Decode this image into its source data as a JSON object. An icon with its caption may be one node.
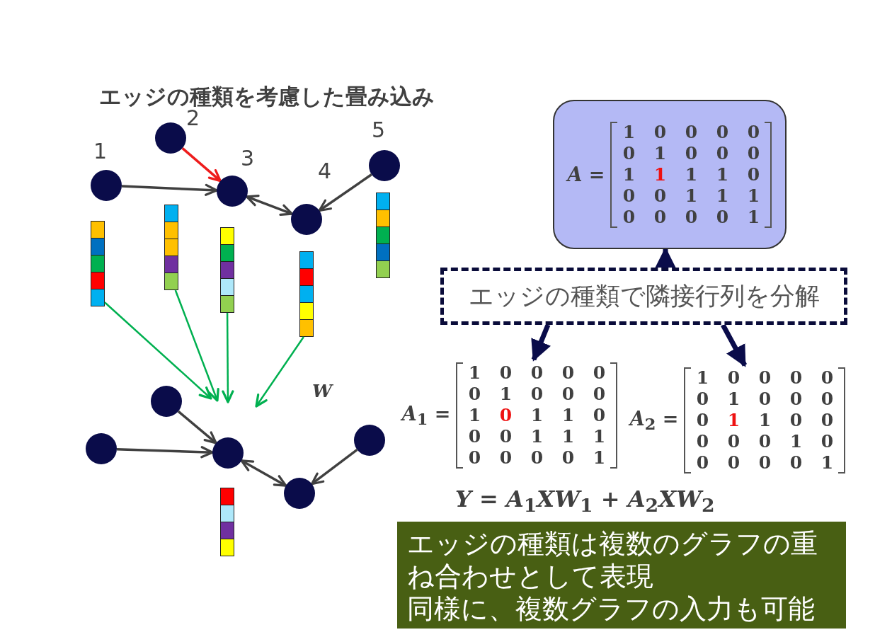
{
  "diagram": {
    "title": "エッジの種類を考慮した畳み込み",
    "nodes": [
      {
        "text": [],
        "shape": "circle",
        "beside": [
          "1"
        ]
      },
      {
        "text": [],
        "shape": "circle",
        "beside": [
          "2"
        ]
      },
      {
        "text": [],
        "shape": "circle",
        "beside": [
          "3"
        ]
      },
      {
        "text": [],
        "shape": "circle",
        "beside": [
          "4"
        ]
      },
      {
        "text": [],
        "shape": "circle",
        "beside": [
          "5"
        ]
      },
      {
        "text": [],
        "shape": "circle"
      },
      {
        "text": [],
        "shape": "circle"
      },
      {
        "text": [],
        "shape": "circle"
      },
      {
        "text": [],
        "shape": "circle"
      },
      {
        "text": [],
        "shape": "circle"
      },
      {
        "text": [],
        "shape": "bar"
      },
      {
        "text": [],
        "shape": "bar"
      },
      {
        "text": [],
        "shape": "bar"
      },
      {
        "text": [],
        "shape": "bar"
      },
      {
        "text": [],
        "shape": "bar"
      },
      {
        "text": [],
        "shape": "bar"
      },
      {
        "text": [
          "*A* =",
          "1",
          "0",
          "0",
          "0",
          "0",
          "0",
          "1",
          "0",
          "0",
          "0",
          "1",
          "1",
          "1",
          "1",
          "0",
          "0",
          "0",
          "1",
          "1",
          "1",
          "0",
          "0",
          "0",
          "0",
          "1"
        ]
      },
      {
        "text": [
          "エッジの種類で隣接行列を分解"
        ]
      },
      {
        "text": [
          "*A*$_{1}$ =",
          "1",
          "0",
          "0",
          "0",
          "0",
          "0",
          "1",
          "0",
          "0",
          "0",
          "1",
          "0",
          "1",
          "1",
          "0",
          "0",
          "0",
          "1",
          "1",
          "1",
          "0",
          "0",
          "0",
          "0",
          "1"
        ]
      },
      {
        "text": [
          "*A*$_{2}$ =",
          "1",
          "0",
          "0",
          "0",
          "0",
          "0",
          "1",
          "0",
          "0",
          "0",
          "0",
          "1",
          "1",
          "0",
          "0",
          "0",
          "0",
          "0",
          "1",
          "0",
          "0",
          "0",
          "0",
          "0",
          "1"
        ]
      },
      {
        "text": [
          "エッジの種類は複数のグラフの重ね合わせとして表現",
          "同様に、複数グラフの入力も可能"
        ]
      }
    ],
    "edges": [
      {
        "from": 0,
        "to": 2,
        "arrow": "to"
      },
      {
        "from": 1,
        "to": 2,
        "arrow": "to",
        "color": "#ee1c1c"
      },
      {
        "from": 2,
        "to": 3,
        "arrow": "both"
      },
      {
        "from": 4,
        "to": 3,
        "arrow": "to"
      },
      {
        "from": 5,
        "to": 7,
        "arrow": "to"
      },
      {
        "from": 6,
        "to": 7,
        "arrow": "to"
      },
      {
        "from": 7,
        "to": 8,
        "arrow": "both"
      },
      {
        "from": 9,
        "to": 8,
        "arrow": "to"
      },
      {
        "from": 10,
        "to": null,
        "arrow": "to",
        "color": "#00b050"
      },
      {
        "from": 11,
        "to": null,
        "arrow": "to",
        "color": "#00b050"
      },
      {
        "from": 12,
        "to": null,
        "arrow": "to",
        "color": "#00b050"
      },
      {
        "from": 13,
        "to": null,
        "arrow": "to",
        "color": "#00b050"
      },
      {
        "from": 17,
        "to": 16,
        "arrow": "to",
        "style": "thick",
        "color": "#0a0c4a"
      },
      {
        "from": 17,
        "to": 18,
        "arrow": "to",
        "style": "thick",
        "color": "#0a0c4a"
      },
      {
        "from": 17,
        "to": 19,
        "arrow": "to",
        "style": "thick",
        "color": "#0a0c4a"
      }
    ],
    "labels": [
      "W",
      "*Y* = *A*$_{1}$*XW*$_{1}$ + *A*$_{2}$*XW*$_{2}$"
    ]
  }
}
